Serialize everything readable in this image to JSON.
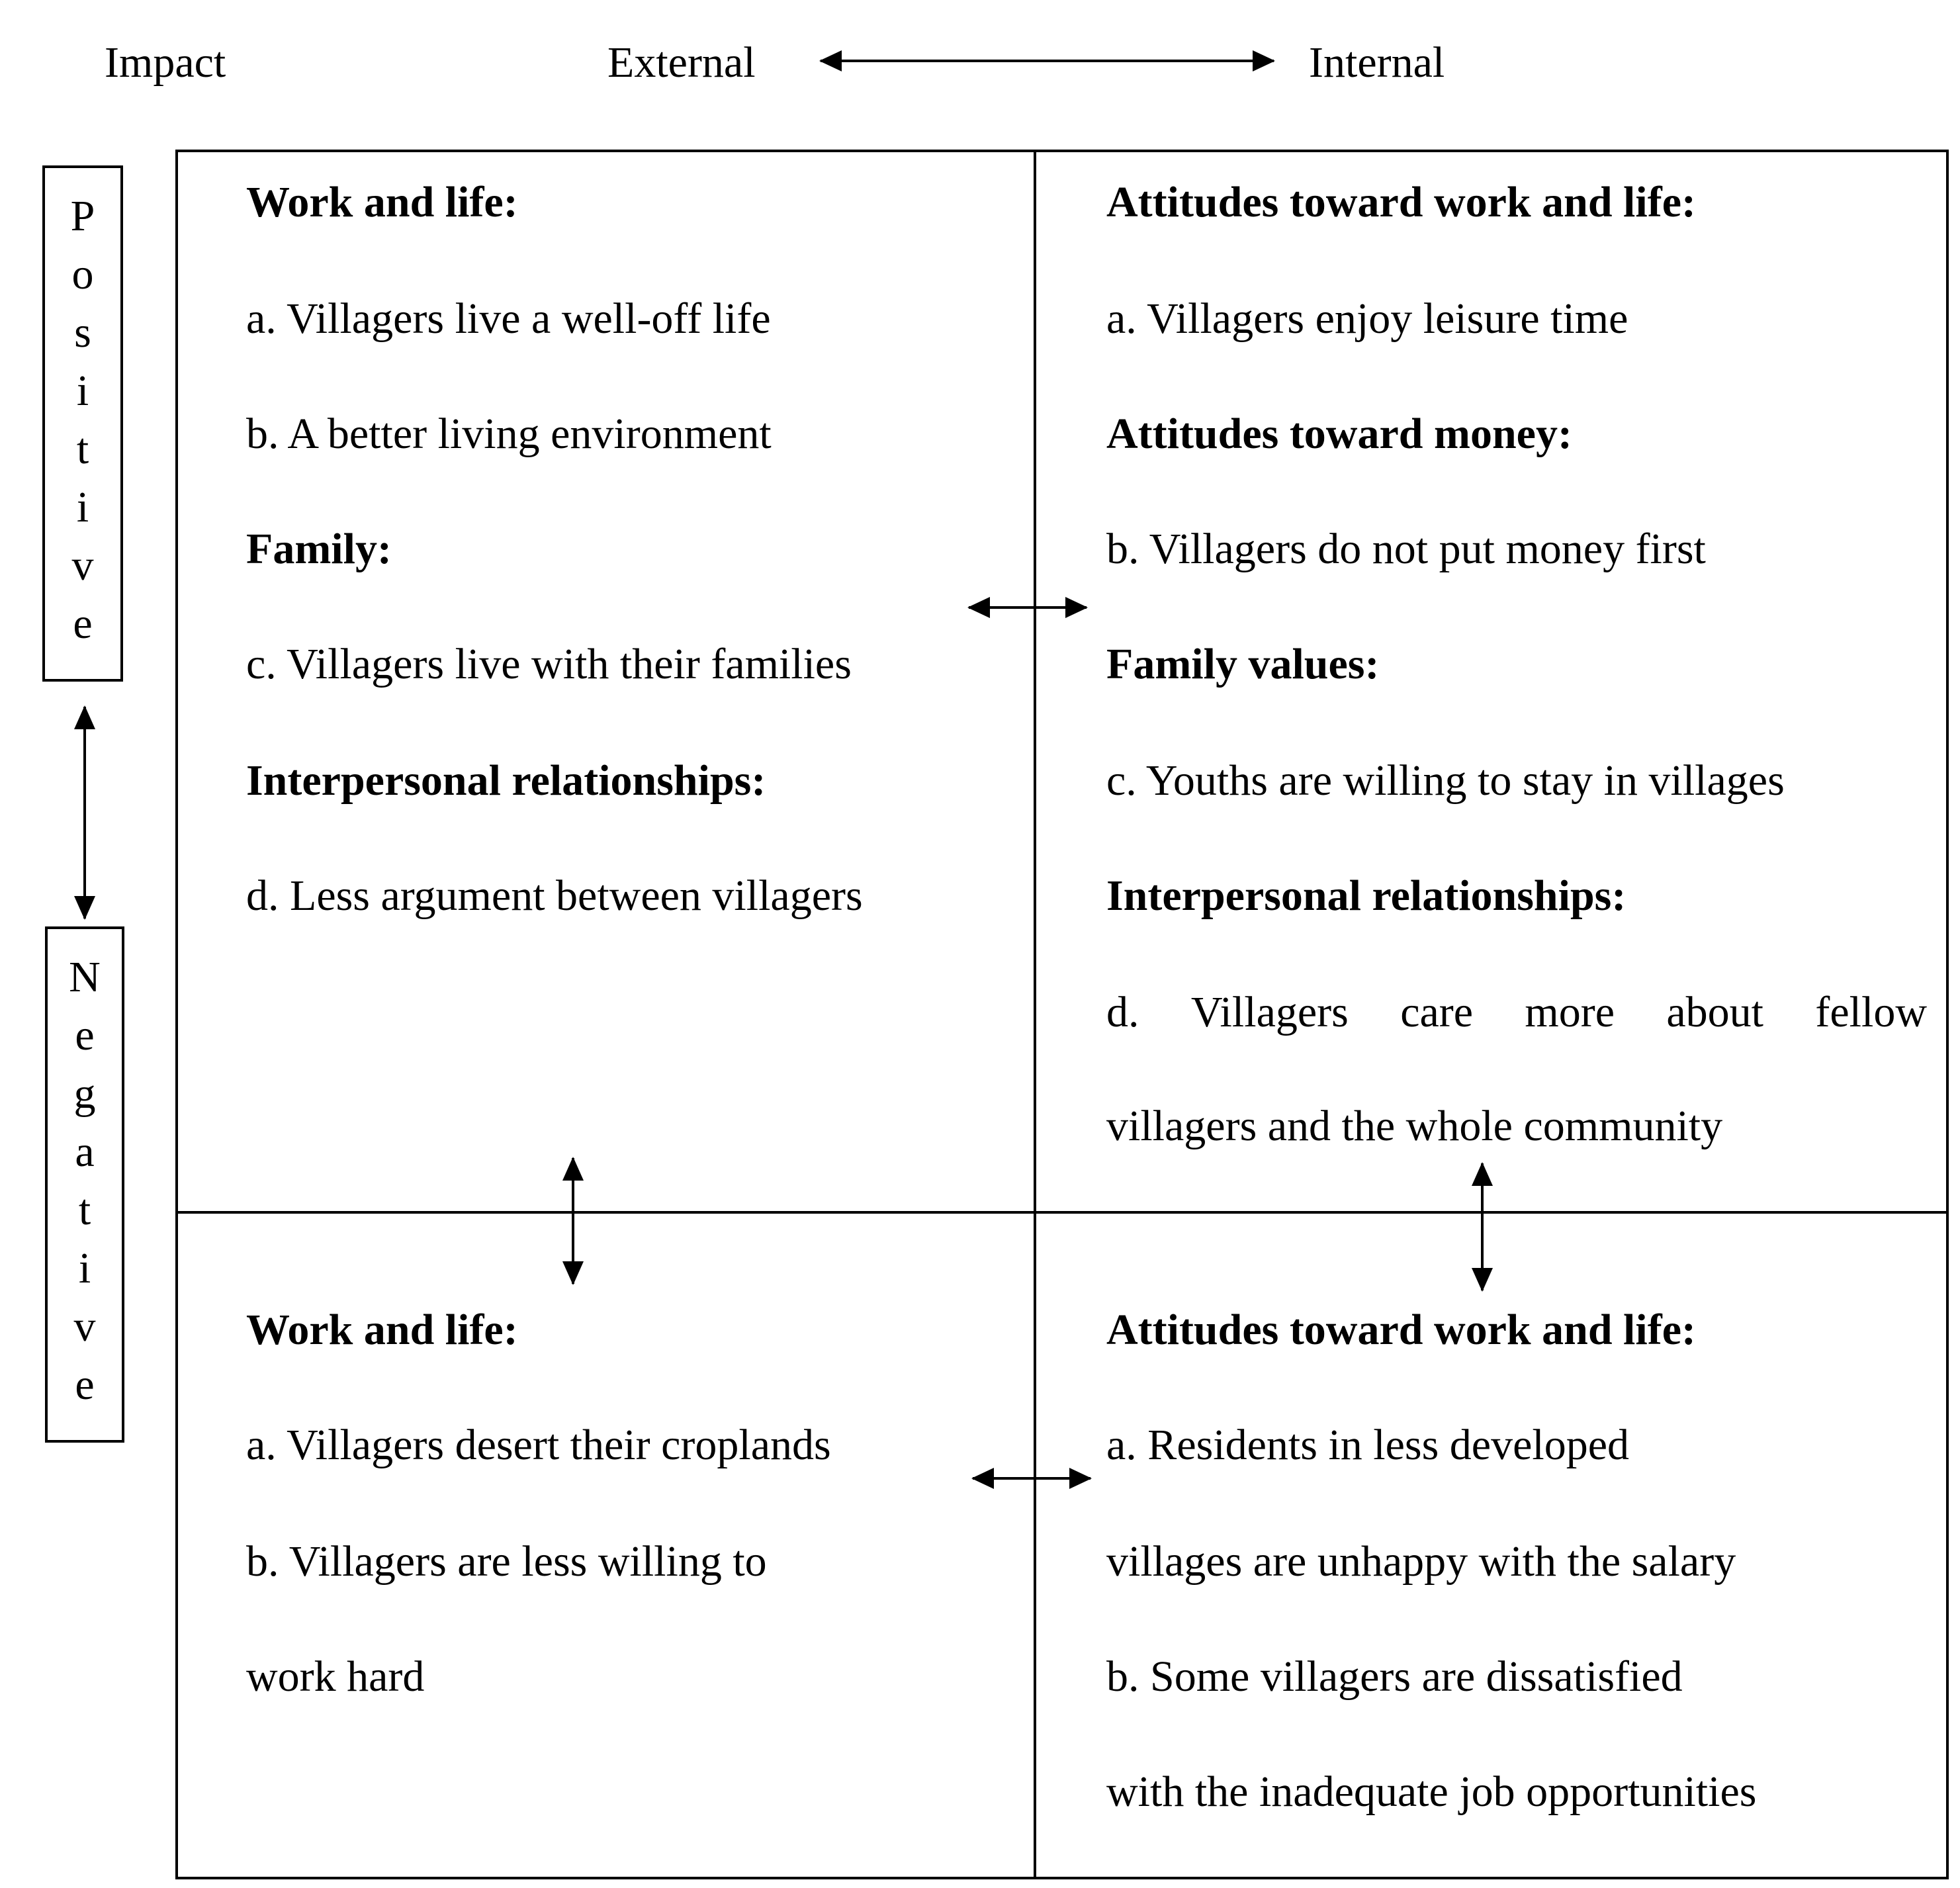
{
  "header": {
    "impact": "Impact",
    "external": "External",
    "internal": "Internal"
  },
  "axis": {
    "positive": [
      "P",
      "o",
      "s",
      "i",
      "t",
      "i",
      "v",
      "e"
    ],
    "negative": [
      "N",
      "e",
      "g",
      "a",
      "t",
      "i",
      "v",
      "e"
    ]
  },
  "quadrants": {
    "top_left": {
      "h1": "Work and life:",
      "a": "a. Villagers live a well-off life",
      "b": "b. A better living environment",
      "h2": "Family:",
      "c": "c. Villagers live with their families",
      "h3": "Interpersonal relationships:",
      "d": "d. Less argument between villagers"
    },
    "top_right": {
      "h1": "Attitudes toward work and life:",
      "a": "a. Villagers enjoy leisure time",
      "h2": "Attitudes toward money:",
      "b": "b. Villagers do not put money first",
      "h3": "Family values:",
      "c": "c. Youths are willing to stay in villages",
      "h4": "Interpersonal relationships:",
      "d_words": [
        "d.",
        "Villagers",
        "care",
        "more",
        "about",
        "fellow"
      ],
      "d_cont": "villagers and the whole community"
    },
    "bottom_left": {
      "h1": "Work and life:",
      "a": "a. Villagers desert their croplands",
      "b1": "b. Villagers are less willing to",
      "b2": "work hard"
    },
    "bottom_right": {
      "h1": "Attitudes toward work and life:",
      "a1": "a. Residents in less developed",
      "a2": "villages are unhappy with the salary",
      "b1": "b. Some villagers are dissatisfied",
      "b2": "with the inadequate job opportunities"
    }
  }
}
